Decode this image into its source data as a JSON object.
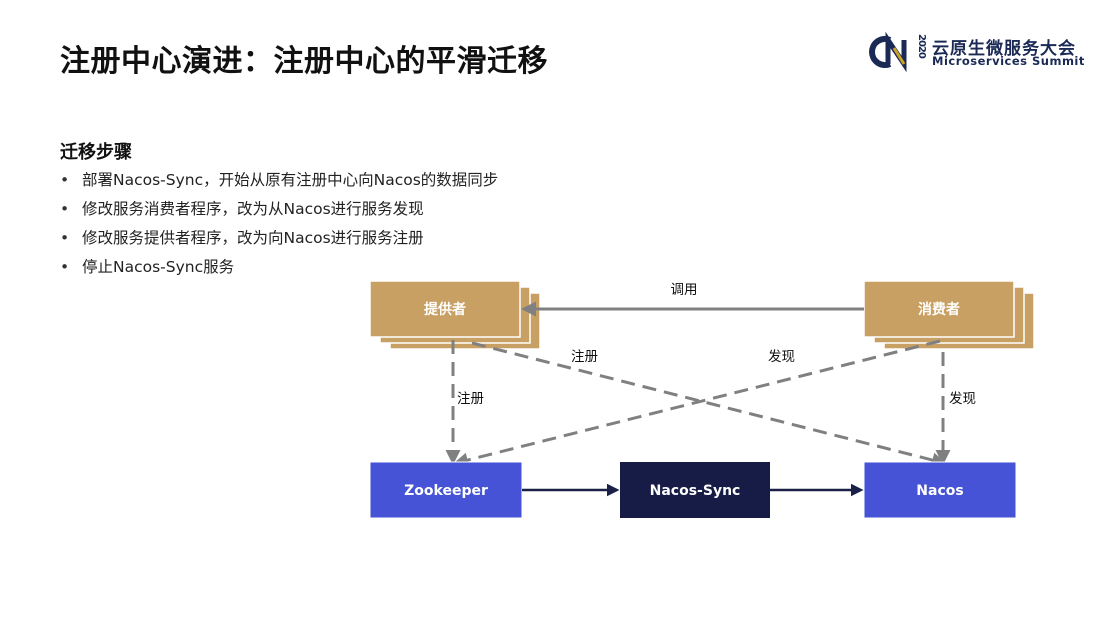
{
  "slide": {
    "title": "注册中心演进：注册中心的平滑迁移"
  },
  "logo": {
    "year": "2020",
    "cn_name": "云原生微服务大会",
    "en_name": "Microservices Summit"
  },
  "steps": {
    "heading": "迁移步骤",
    "bullet": "•",
    "items": [
      "部署Nacos-Sync，开始从原有注册中心向Nacos的数据同步",
      "修改服务消费者程序，改为从Nacos进行服务发现",
      "修改服务提供者程序，改为向Nacos进行服务注册",
      "停止Nacos-Sync服务"
    ]
  },
  "diagram": {
    "nodes": {
      "provider": "提供者",
      "consumer": "消费者",
      "zookeeper": "Zookeeper",
      "nacos_sync": "Nacos-Sync",
      "nacos": "Nacos"
    },
    "edges": {
      "invoke": "调用",
      "register_cross": "注册",
      "discover_cross": "发现",
      "register_down": "注册",
      "discover_down": "发现"
    },
    "colors": {
      "service_box": "#c8a064",
      "registry_box": "#4653d6",
      "sync_box": "#161c45",
      "dashed_line": "#808080",
      "solid_line": "#1b2048"
    }
  }
}
